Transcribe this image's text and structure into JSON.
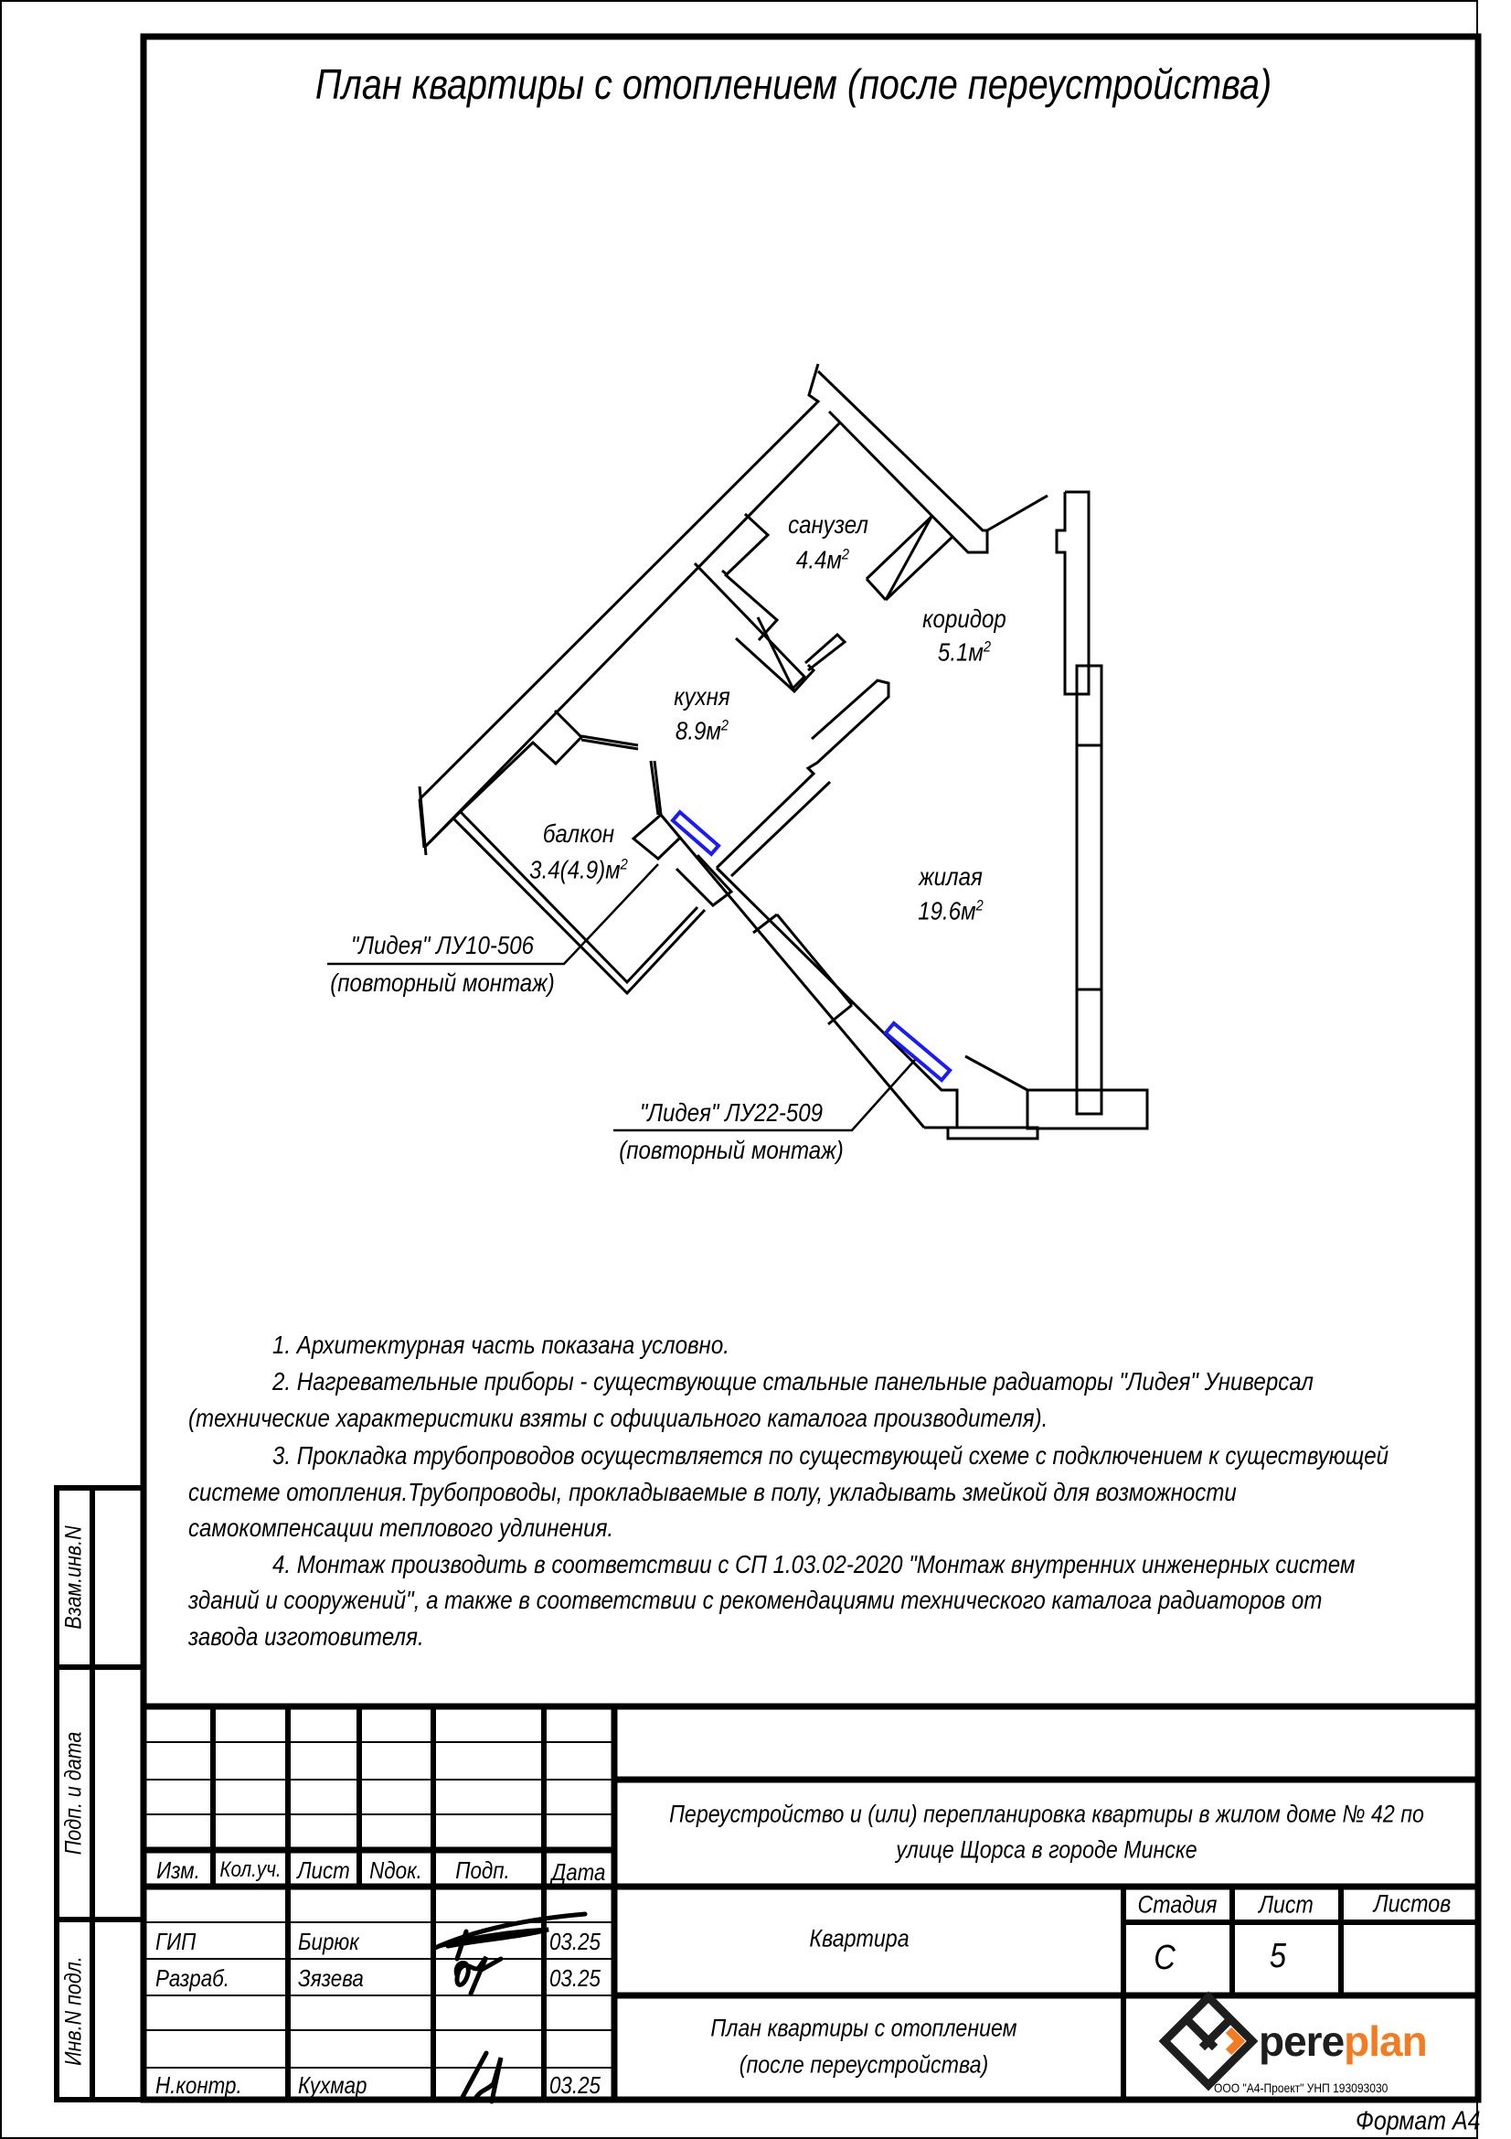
{
  "title": "План квартиры с отоплением (после переустройства)",
  "rooms": [
    {
      "name": "санузел",
      "area": "4.4м",
      "sup": "2"
    },
    {
      "name": "коридор",
      "area": "5.1м",
      "sup": "2"
    },
    {
      "name": "кухня",
      "area": "8.9м",
      "sup": "2"
    },
    {
      "name": "балкон",
      "area": "3.4(4.9)м",
      "sup": "2"
    },
    {
      "name": "жилая",
      "area": "19.6м",
      "sup": "2"
    }
  ],
  "radiators": [
    {
      "model": "\"Лидея\" ЛУ10-506",
      "note": "(повторный монтаж)"
    },
    {
      "model": "\"Лидея\" ЛУ22-509",
      "note": "(повторный монтаж)"
    }
  ],
  "colors": {
    "radiator": "#1a1aff",
    "brand_orange": "#f47b20",
    "brand_dark": "#1e1e1e"
  },
  "notes": [
    "1. Архитектурная часть показана условно.",
    "2. Нагревательные приборы - существующие стальные панельные радиаторы \"Лидея\" Универсал",
    "(технические характеристики взяты с официального каталога производителя).",
    "3. Прокладка трубопроводов осуществляется по существующей схеме с подключением к существующей",
    "системе отопления.Трубопроводы, прокладываемые в полу, укладывать змейкой для возможности",
    "самокомпенсации теплового удлинения.",
    "4. Монтаж производить в соответствии с СП 1.03.02-2020 \"Монтаж внутренних инженерных систем",
    "зданий и сооружений\", а также в соответствии с рекомендациями технического каталога радиаторов от",
    "завода изготовителя."
  ],
  "side": {
    "vzam": "Взам.инв.N",
    "podp": "Подп. и дата",
    "inv": "Инв.N подл."
  },
  "stamp": {
    "headers": [
      "Изм.",
      "Кол.уч.",
      "Лист",
      "Nдок.",
      "Подп.",
      "Дата"
    ],
    "people": [
      {
        "role": "ГИП",
        "name": "Бирюк",
        "date": "03.25"
      },
      {
        "role": "Разраб.",
        "name": "Зязева",
        "date": "03.25"
      },
      {
        "role": "Н.контр.",
        "name": "Кухмар",
        "date": "03.25"
      }
    ],
    "project_line1": "Переустройство и (или) перепланировка квартиры в жилом доме № 42 по",
    "project_line2": "улице Щорса в городе Минске",
    "object": "Квартира",
    "sheet_title_line1": "План квартиры с отоплением",
    "sheet_title_line2": "(после переустройства)",
    "stage_label": "Стадия",
    "sheet_label": "Лист",
    "sheets_label": "Листов",
    "stage": "С",
    "sheet": "5",
    "sheets": ""
  },
  "logo": {
    "part1": "pere",
    "part2": "plan",
    "company": "ООО \"А4-Проект\" УНП 193093030"
  },
  "format": "Формат А4"
}
